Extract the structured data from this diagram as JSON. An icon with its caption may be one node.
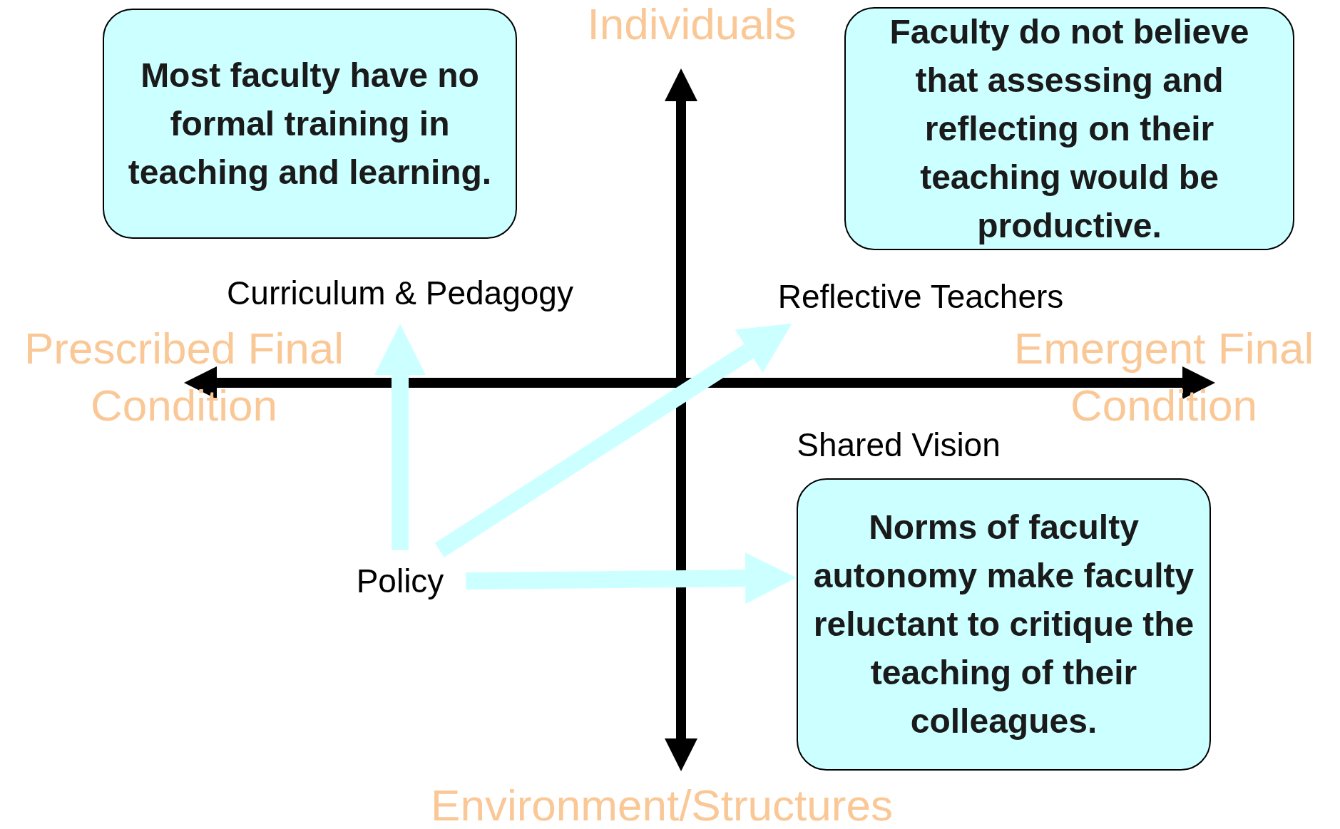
{
  "diagram": {
    "nodes": [
      {
        "text": [
          "Most faculty have no formal training in teaching and learning."
        ]
      },
      {
        "text": [
          "Faculty do not believe that assessing and reflecting on their teaching would be productive."
        ]
      },
      {
        "text": [
          "Curriculum & Pedagogy"
        ]
      },
      {
        "text": [
          "Reflective Teachers"
        ]
      },
      {
        "text": [
          "Shared Vision"
        ]
      },
      {
        "text": [
          "Norms of faculty autonomy make faculty reluctant to critique the teaching of their colleagues."
        ]
      },
      {
        "text": [
          "Policy"
        ]
      }
    ],
    "edges": [
      {
        "from": 6,
        "to": 2,
        "arrow": "to"
      },
      {
        "from": 6,
        "to": 3,
        "arrow": "to"
      },
      {
        "from": 6,
        "to": 5,
        "arrow": "to"
      }
    ],
    "labels": [
      "Individuals",
      "Prescribed Final Condition",
      "Emergent Final Condition",
      "Environment/Structures"
    ]
  }
}
